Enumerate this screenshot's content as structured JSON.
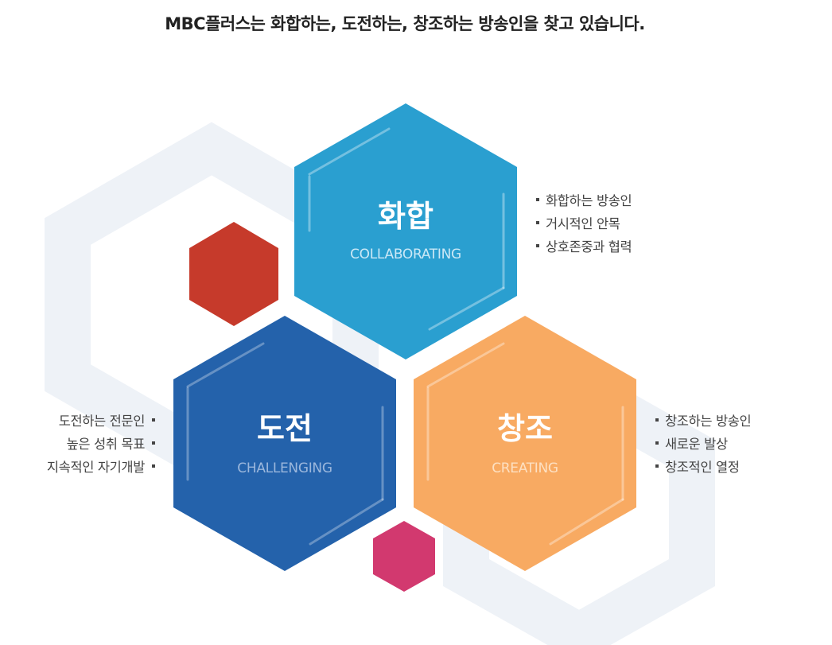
{
  "headline": "MBC플러스는 화합하는, 도전하는, 창조하는 방송인을 찾고 있습니다.",
  "values": [
    {
      "key": "collaborating",
      "title": "화합",
      "subtitle": "COLLABORATING",
      "color": "#2a9fd0",
      "items": [
        "화합하는 방송인",
        "거시적인 안목",
        "상호존중과 협력"
      ]
    },
    {
      "key": "challenging",
      "title": "도전",
      "subtitle": "CHALLENGING",
      "color": "#2462ab",
      "items": [
        "도전하는 전문인",
        "높은 성취 목표",
        "지속적인 자기개발"
      ]
    },
    {
      "key": "creating",
      "title": "창조",
      "subtitle": "CREATING",
      "color": "#f8aa62",
      "items": [
        "창조하는 방송인",
        "새로운 발상",
        "창조적인 열정"
      ]
    }
  ],
  "accents": {
    "red": "#c63a2b",
    "pink": "#d2396f",
    "outline": "#eef2f7"
  }
}
